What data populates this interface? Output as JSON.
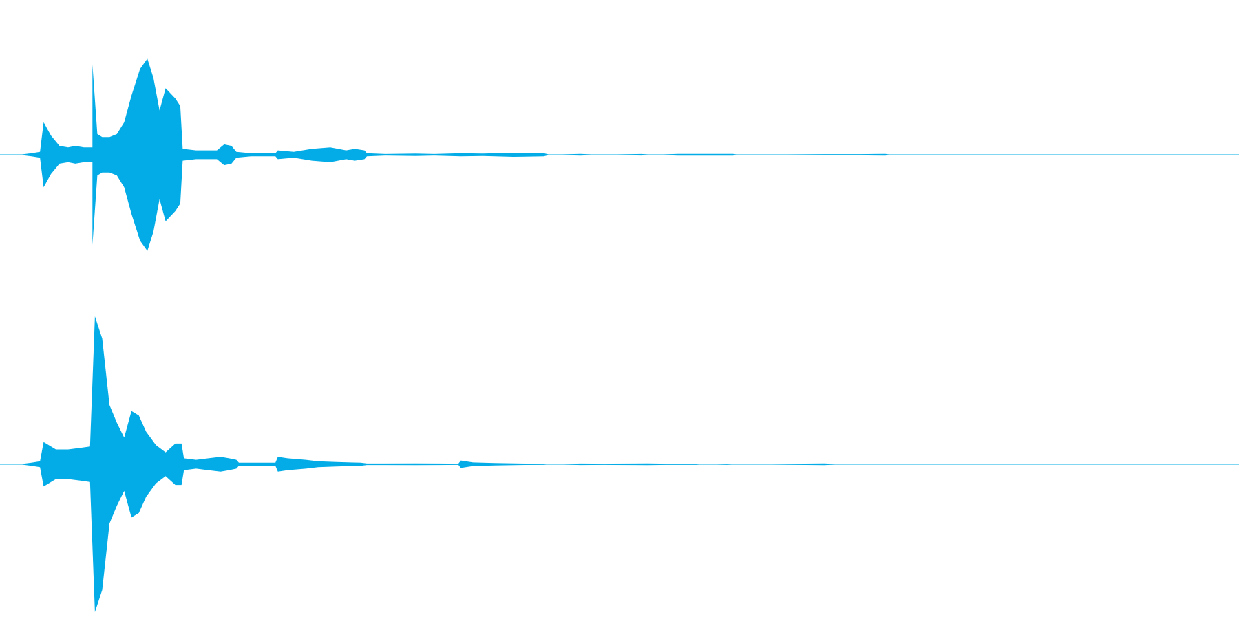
{
  "waveform": {
    "color": "#03ACE6",
    "channels": [
      {
        "name": "",
        "peaks": [
          [
            0.0,
            0.0
          ],
          [
            0.01,
            0.01
          ],
          [
            0.017,
            0.02
          ],
          [
            0.02,
            0.22
          ],
          [
            0.026,
            0.13
          ],
          [
            0.033,
            0.06
          ],
          [
            0.04,
            0.05
          ],
          [
            0.046,
            0.06
          ],
          [
            0.053,
            0.05
          ],
          [
            0.06,
            0.05
          ],
          [
            0.06,
            0.61
          ],
          [
            0.064,
            0.14
          ],
          [
            0.068,
            0.12
          ],
          [
            0.074,
            0.12
          ],
          [
            0.08,
            0.14
          ],
          [
            0.086,
            0.22
          ],
          [
            0.092,
            0.4
          ],
          [
            0.099,
            0.58
          ],
          [
            0.105,
            0.65
          ],
          [
            0.11,
            0.52
          ],
          [
            0.115,
            0.3
          ],
          [
            0.12,
            0.45
          ],
          [
            0.128,
            0.38
          ],
          [
            0.132,
            0.33
          ],
          [
            0.134,
            0.04
          ],
          [
            0.145,
            0.03
          ],
          [
            0.155,
            0.03
          ],
          [
            0.162,
            0.03
          ],
          [
            0.168,
            0.07
          ],
          [
            0.174,
            0.06
          ],
          [
            0.178,
            0.02
          ],
          [
            0.19,
            0.01
          ],
          [
            0.21,
            0.01
          ],
          [
            0.212,
            0.03
          ],
          [
            0.225,
            0.02
          ],
          [
            0.24,
            0.04
          ],
          [
            0.255,
            0.05
          ],
          [
            0.268,
            0.03
          ],
          [
            0.275,
            0.04
          ],
          [
            0.283,
            0.03
          ],
          [
            0.285,
            0.01
          ],
          [
            0.3,
            0.005
          ],
          [
            0.325,
            0.008
          ],
          [
            0.34,
            0.005
          ],
          [
            0.362,
            0.01
          ],
          [
            0.38,
            0.008
          ],
          [
            0.405,
            0.014
          ],
          [
            0.43,
            0.01
          ],
          [
            0.435,
            0.0
          ],
          [
            0.46,
            0.006
          ],
          [
            0.475,
            0.0
          ],
          [
            0.51,
            0.005
          ],
          [
            0.52,
            0.0
          ],
          [
            0.54,
            0.006
          ],
          [
            0.56,
            0.006
          ],
          [
            0.585,
            0.006
          ],
          [
            0.59,
            0.0
          ],
          [
            0.66,
            0.004
          ],
          [
            0.69,
            0.004
          ],
          [
            0.71,
            0.006
          ],
          [
            0.715,
            0.0
          ],
          [
            1.0,
            0.0
          ]
        ]
      },
      {
        "name": "",
        "peaks": [
          [
            0.0,
            0.0
          ],
          [
            0.01,
            0.01
          ],
          [
            0.017,
            0.02
          ],
          [
            0.02,
            0.15
          ],
          [
            0.022,
            0.14
          ],
          [
            0.03,
            0.1
          ],
          [
            0.04,
            0.1
          ],
          [
            0.05,
            0.11
          ],
          [
            0.058,
            0.12
          ],
          [
            0.062,
            1.0
          ],
          [
            0.068,
            0.85
          ],
          [
            0.074,
            0.4
          ],
          [
            0.08,
            0.28
          ],
          [
            0.086,
            0.18
          ],
          [
            0.092,
            0.36
          ],
          [
            0.098,
            0.33
          ],
          [
            0.104,
            0.22
          ],
          [
            0.112,
            0.13
          ],
          [
            0.12,
            0.08
          ],
          [
            0.128,
            0.14
          ],
          [
            0.133,
            0.14
          ],
          [
            0.135,
            0.04
          ],
          [
            0.145,
            0.03
          ],
          [
            0.155,
            0.04
          ],
          [
            0.165,
            0.05
          ],
          [
            0.172,
            0.04
          ],
          [
            0.178,
            0.03
          ],
          [
            0.18,
            0.01
          ],
          [
            0.19,
            0.01
          ],
          [
            0.21,
            0.01
          ],
          [
            0.212,
            0.05
          ],
          [
            0.22,
            0.04
          ],
          [
            0.235,
            0.03
          ],
          [
            0.245,
            0.02
          ],
          [
            0.26,
            0.015
          ],
          [
            0.28,
            0.01
          ],
          [
            0.285,
            0.005
          ],
          [
            0.3,
            0.005
          ],
          [
            0.325,
            0.006
          ],
          [
            0.34,
            0.005
          ],
          [
            0.36,
            0.004
          ],
          [
            0.362,
            0.025
          ],
          [
            0.372,
            0.012
          ],
          [
            0.39,
            0.008
          ],
          [
            0.41,
            0.005
          ],
          [
            0.43,
            0.004
          ],
          [
            0.435,
            0.0
          ],
          [
            0.46,
            0.005
          ],
          [
            0.48,
            0.004
          ],
          [
            0.505,
            0.005
          ],
          [
            0.515,
            0.006
          ],
          [
            0.53,
            0.004
          ],
          [
            0.555,
            0.004
          ],
          [
            0.56,
            0.0
          ],
          [
            0.58,
            0.004
          ],
          [
            0.59,
            0.0
          ],
          [
            0.66,
            0.006
          ],
          [
            0.675,
            0.0
          ],
          [
            1.0,
            0.0
          ]
        ]
      }
    ]
  }
}
